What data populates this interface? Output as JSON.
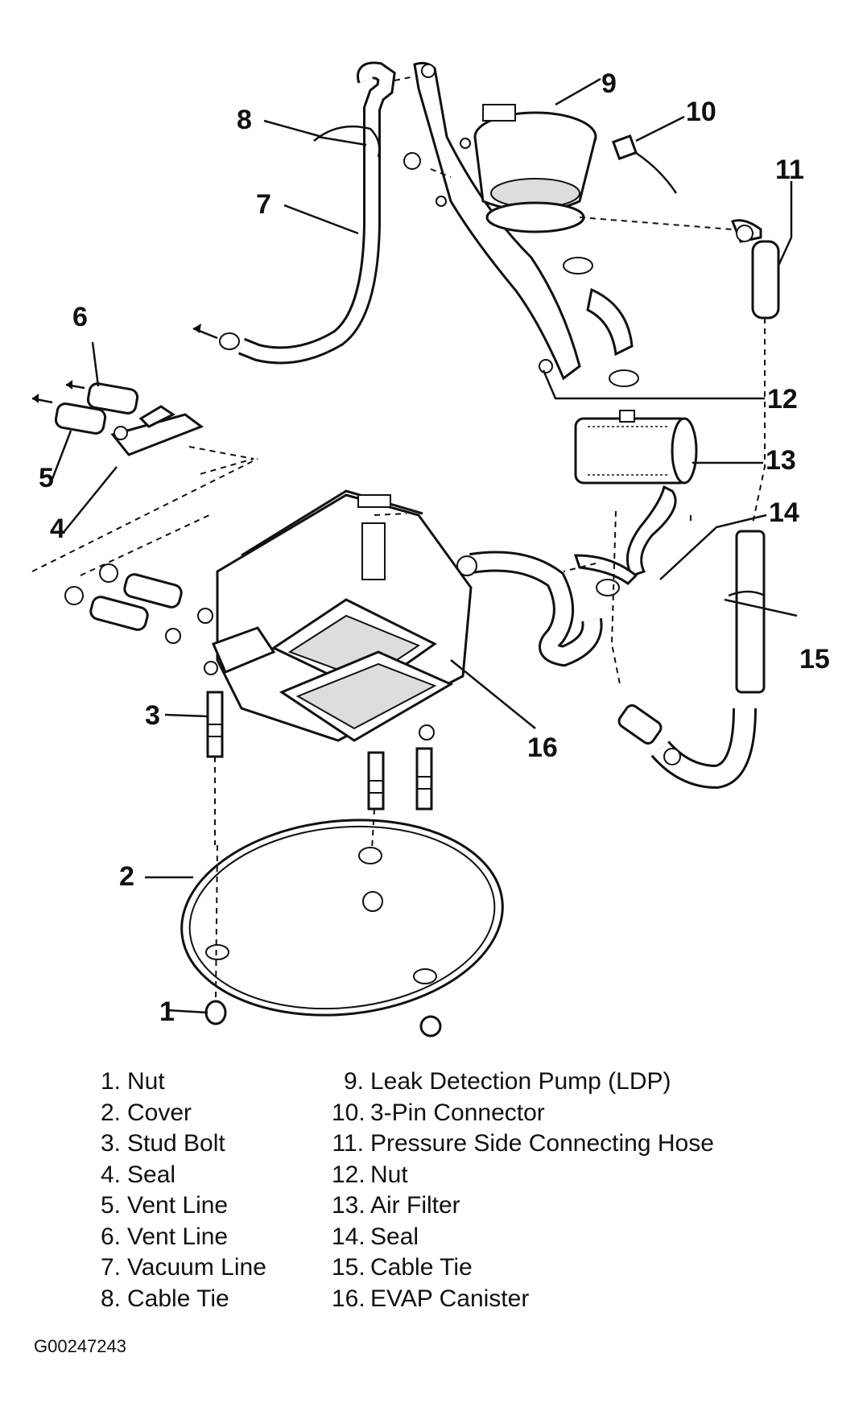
{
  "figure_code": "G00247243",
  "callouts": [
    "1",
    "2",
    "3",
    "4",
    "5",
    "6",
    "7",
    "8",
    "9",
    "10",
    "11",
    "12",
    "13",
    "14",
    "15",
    "16"
  ],
  "legend": [
    {
      "num": "1.",
      "label": "Nut"
    },
    {
      "num": "2.",
      "label": "Cover"
    },
    {
      "num": "3.",
      "label": "Stud Bolt"
    },
    {
      "num": "4.",
      "label": "Seal"
    },
    {
      "num": "5.",
      "label": "Vent Line"
    },
    {
      "num": "6.",
      "label": "Vent Line"
    },
    {
      "num": "7.",
      "label": "Vacuum Line"
    },
    {
      "num": "8.",
      "label": "Cable Tie"
    },
    {
      "num": "9.",
      "label": "Leak Detection Pump (LDP)"
    },
    {
      "num": "10.",
      "label": "3-Pin Connector"
    },
    {
      "num": "11.",
      "label": "Pressure Side Connecting Hose"
    },
    {
      "num": "12.",
      "label": "Nut"
    },
    {
      "num": "13.",
      "label": "Air Filter"
    },
    {
      "num": "14.",
      "label": "Seal"
    },
    {
      "num": "15.",
      "label": "Cable Tie"
    },
    {
      "num": "16.",
      "label": "EVAP Canister"
    }
  ]
}
